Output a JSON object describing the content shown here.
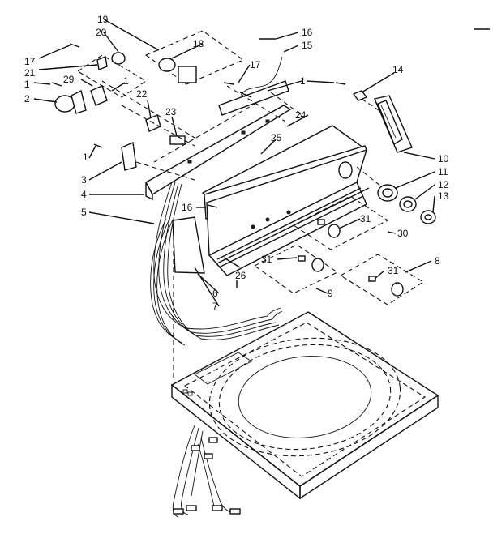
{
  "figure": {
    "callouts": [
      {
        "id": "c19",
        "text": "19"
      },
      {
        "id": "c20",
        "text": "20"
      },
      {
        "id": "c18",
        "text": "18"
      },
      {
        "id": "c16a",
        "text": "16"
      },
      {
        "id": "c15",
        "text": "15"
      },
      {
        "id": "c17a",
        "text": "17"
      },
      {
        "id": "c21",
        "text": "21"
      },
      {
        "id": "c17b",
        "text": "17"
      },
      {
        "id": "c1a",
        "text": "1"
      },
      {
        "id": "c29",
        "text": "29"
      },
      {
        "id": "c1b",
        "text": "1"
      },
      {
        "id": "c2",
        "text": "2"
      },
      {
        "id": "c22",
        "text": "22"
      },
      {
        "id": "c1c",
        "text": "1"
      },
      {
        "id": "c14",
        "text": "14"
      },
      {
        "id": "c23",
        "text": "23"
      },
      {
        "id": "c24",
        "text": "24"
      },
      {
        "id": "c25",
        "text": "25"
      },
      {
        "id": "c1d",
        "text": "1"
      },
      {
        "id": "c3",
        "text": "3"
      },
      {
        "id": "c4",
        "text": "4"
      },
      {
        "id": "c5",
        "text": "5"
      },
      {
        "id": "c10",
        "text": "10"
      },
      {
        "id": "c11",
        "text": "11"
      },
      {
        "id": "c12",
        "text": "12"
      },
      {
        "id": "c13",
        "text": "13"
      },
      {
        "id": "c16b",
        "text": "16"
      },
      {
        "id": "c31a",
        "text": "31"
      },
      {
        "id": "c30",
        "text": "30"
      },
      {
        "id": "c8",
        "text": "8"
      },
      {
        "id": "c31b",
        "text": "31"
      },
      {
        "id": "c31c",
        "text": "31"
      },
      {
        "id": "c26",
        "text": "26"
      },
      {
        "id": "c9",
        "text": "9"
      },
      {
        "id": "c6",
        "text": "6"
      },
      {
        "id": "c7",
        "text": "7"
      }
    ]
  }
}
